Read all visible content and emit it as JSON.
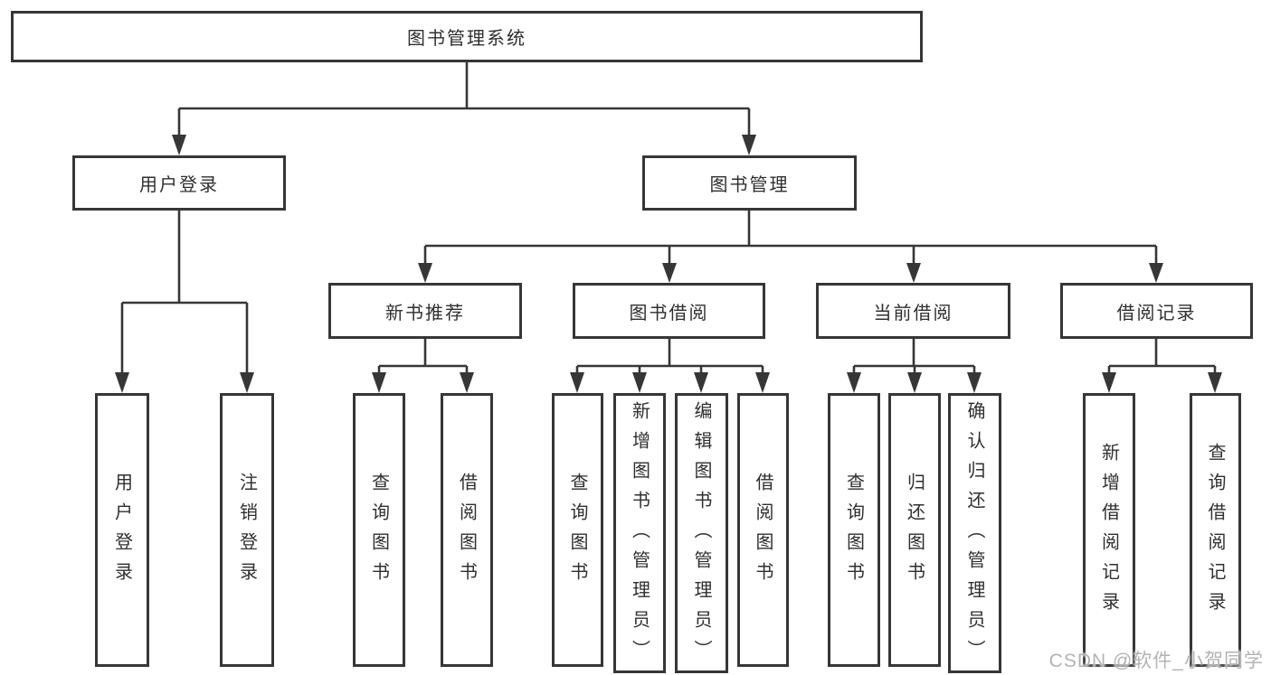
{
  "diagram": {
    "root": {
      "label": "图书管理系统"
    },
    "branches": [
      {
        "label": "用户登录",
        "children": [
          {
            "label": "用户登录"
          },
          {
            "label": "注销登录"
          }
        ]
      },
      {
        "label": "图书管理",
        "children": [
          {
            "label": "新书推荐",
            "children": [
              {
                "label": "查询图书"
              },
              {
                "label": "借阅图书"
              }
            ]
          },
          {
            "label": "图书借阅",
            "children": [
              {
                "label": "查询图书"
              },
              {
                "label": "新增图书（管理员）"
              },
              {
                "label": "编辑图书（管理员）"
              },
              {
                "label": "借阅图书"
              }
            ]
          },
          {
            "label": "当前借阅",
            "children": [
              {
                "label": "查询图书"
              },
              {
                "label": "归还图书"
              },
              {
                "label": "确认归还（管理员）"
              }
            ]
          },
          {
            "label": "借阅记录",
            "children": [
              {
                "label": "新增借阅记录"
              },
              {
                "label": "查询借阅记录"
              }
            ]
          }
        ]
      }
    ]
  },
  "watermark": {
    "text": "CSDN @软件_小贺同学"
  },
  "colors": {
    "line": "#363636",
    "text": "#2f2f2f",
    "watermark": "#b3b3b3",
    "background": "#ffffff"
  }
}
